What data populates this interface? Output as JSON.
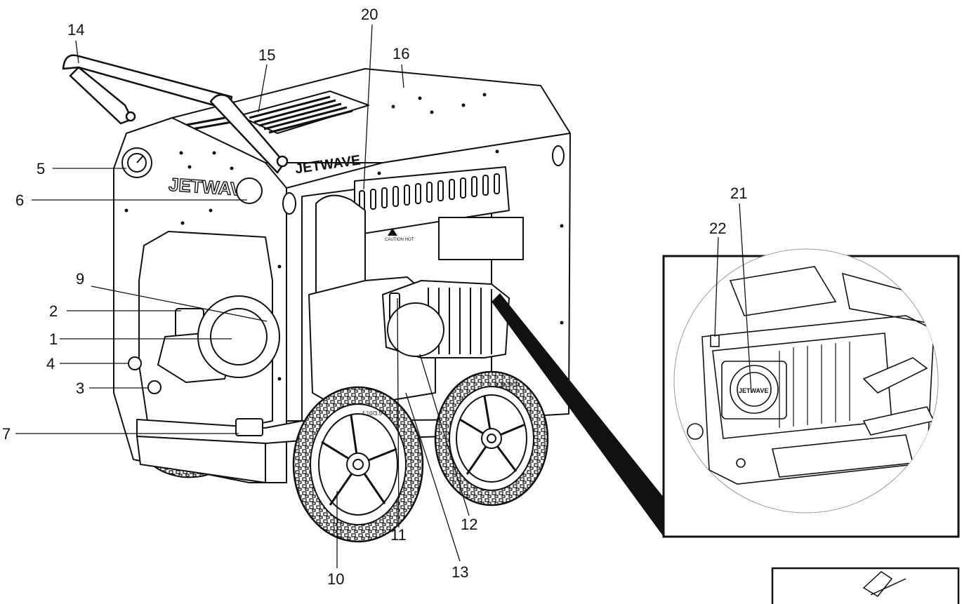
{
  "callouts": {
    "c1": "1",
    "c2": "2",
    "c3": "3",
    "c4": "4",
    "c5": "5",
    "c6": "6",
    "c7": "7",
    "c9": "9",
    "c10": "10",
    "c11": "11",
    "c12": "12",
    "c13": "13",
    "c14": "14",
    "c15": "15",
    "c16": "16",
    "c20": "20",
    "c21": "21",
    "c22": "22"
  },
  "brand": {
    "side": "JETWAVE",
    "top": "JETWAVE",
    "pump": "JETWAVE",
    "caution": "CAUTION HOT"
  },
  "tyre_spec": "4.10/3.5-4"
}
